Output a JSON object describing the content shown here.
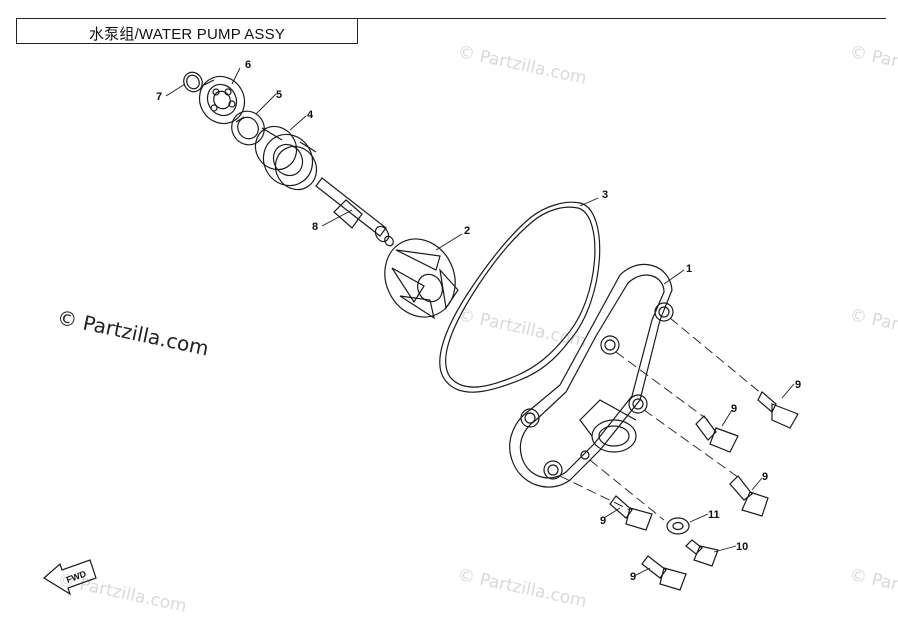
{
  "title": "水泵组/WATER PUMP ASSY",
  "watermark_main": "© Partzilla.com",
  "watermark_faint": "© Partzilla.com",
  "fwd_label": "FWD",
  "callouts": {
    "c1": "1",
    "c2": "2",
    "c3": "3",
    "c4": "4",
    "c5": "5",
    "c6": "6",
    "c7": "7",
    "c8": "8",
    "c9a": "9",
    "c9b": "9",
    "c9c": "9",
    "c9d": "9",
    "c9e": "9",
    "c10": "10",
    "c11": "11"
  },
  "colors": {
    "line": "#1a1a1a",
    "watermark": "#d9d9d9"
  }
}
